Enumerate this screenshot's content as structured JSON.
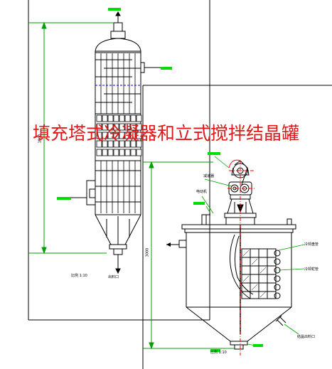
{
  "title": "填充塔式冷凝器和立式搅拌结晶罐",
  "colors": {
    "line": "#000000",
    "leader": "#00a000",
    "tag": "#00dd00",
    "accent": "#ff0000",
    "centerline": "#0000ff",
    "title": "#e01818"
  },
  "condenser": {
    "height_dim": "1900",
    "scale_note": "比例 1:10",
    "bottom_outlet_label": "出料口"
  },
  "crystallizer": {
    "height_dim": "3000",
    "scale_note": "比例 1:10",
    "labels": {
      "reducer": "减速器",
      "motor": "电动机",
      "coil_top": "冷却盘管",
      "coil_mid": "冷却蛇管",
      "bottom_outlet": "结晶出料口"
    }
  }
}
